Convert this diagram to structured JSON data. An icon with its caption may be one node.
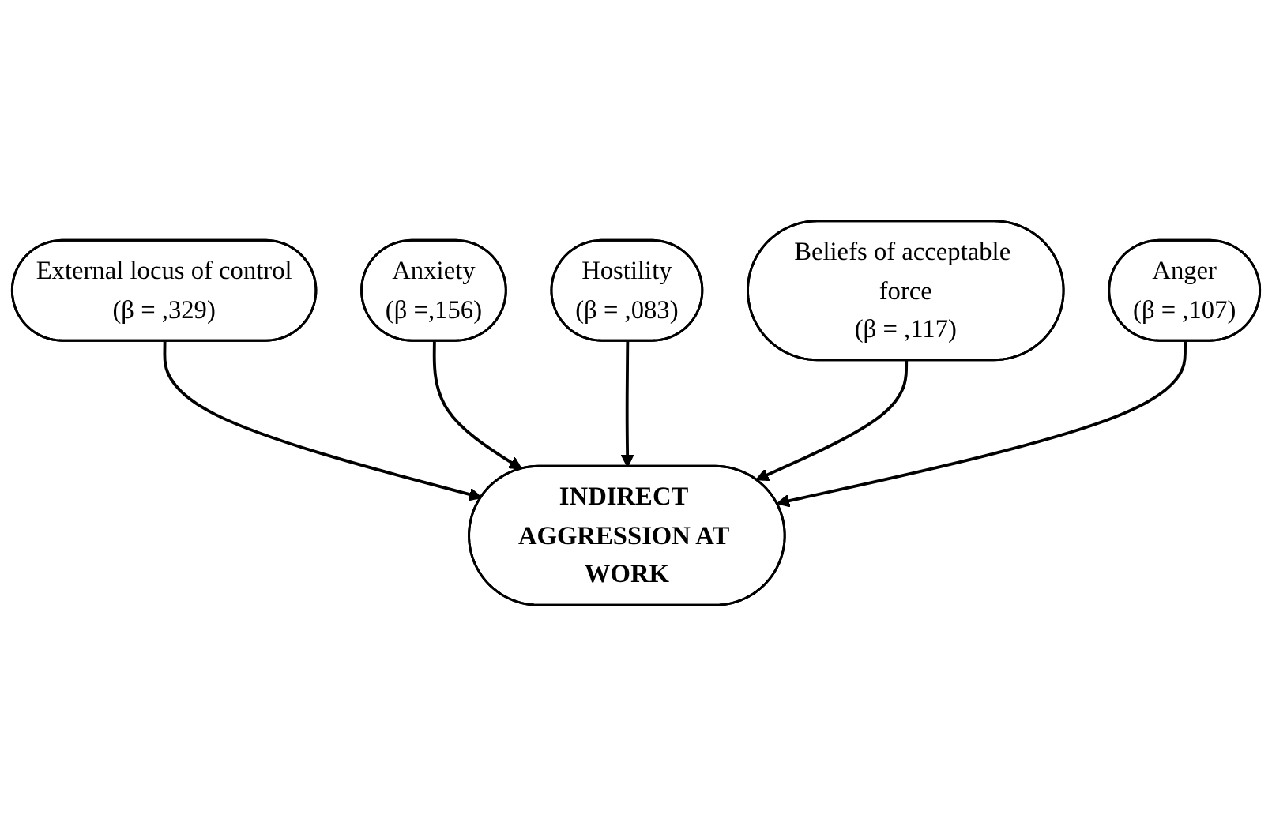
{
  "diagram": {
    "nodes": [
      {
        "text": [
          "External locus of control",
          "(β = ,329)"
        ]
      },
      {
        "text": [
          "Anxiety",
          "(β =,156)"
        ]
      },
      {
        "text": [
          "INDIRECT AGGRESSION AT WORK"
        ]
      },
      {
        "text": [
          "Hostility",
          "(β = ,083)"
        ]
      },
      {
        "text": [
          "Beliefs of acceptable force",
          "(β = ,117)"
        ]
      },
      {
        "text": [
          "Anger",
          "(β = ,107)"
        ]
      }
    ],
    "edges": [
      {
        "from": 0,
        "to": 2,
        "arrow": "to"
      },
      {
        "from": 1,
        "to": 2,
        "arrow": "to"
      },
      {
        "from": 3,
        "to": 2,
        "arrow": "to"
      },
      {
        "from": 4,
        "to": 2,
        "arrow": "to"
      },
      {
        "from": 5,
        "to": 2,
        "arrow": "to"
      }
    ]
  }
}
